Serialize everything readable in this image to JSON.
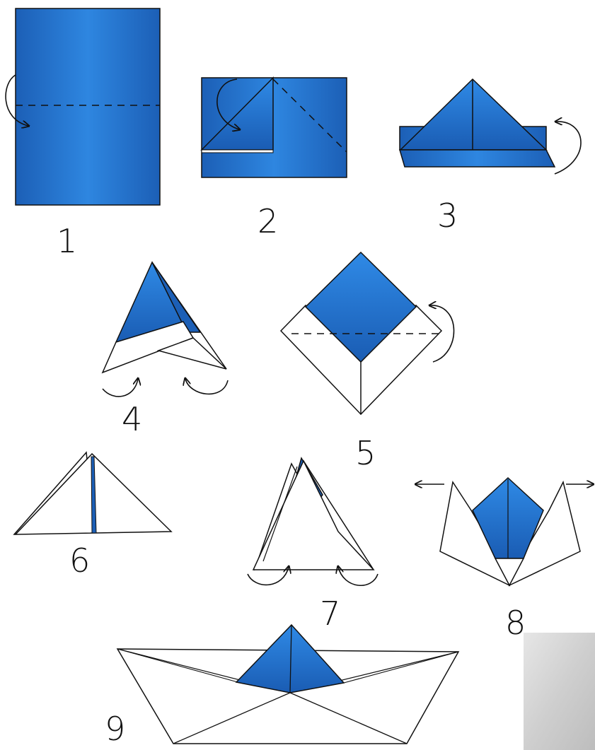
{
  "steps": [
    {
      "label": "1"
    },
    {
      "label": "2"
    },
    {
      "label": "3"
    },
    {
      "label": "4"
    },
    {
      "label": "5"
    },
    {
      "label": "6"
    },
    {
      "label": "7"
    },
    {
      "label": "8"
    },
    {
      "label": "9"
    }
  ],
  "colors": {
    "paper_blue": "#2E7FD8",
    "paper_blue_dark": "#1C5FB6",
    "paper_white": "#FFFFFF",
    "outline": "#111111"
  },
  "icons": [
    "fold-arrow-icon",
    "fold-line",
    "pull-arrow-icon"
  ]
}
